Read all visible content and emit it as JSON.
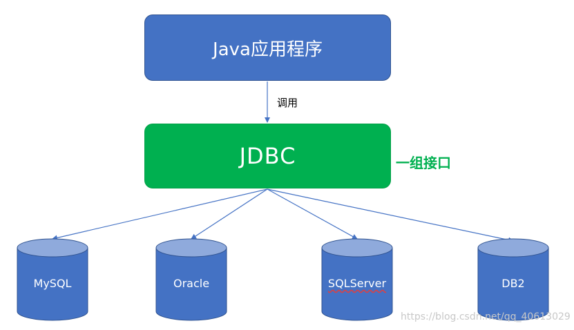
{
  "nodes": {
    "java_app": "Java应用程序",
    "jdbc": "JDBC",
    "call_label": "调用",
    "interface_label": "一组接口"
  },
  "databases": [
    {
      "label": "MySQL"
    },
    {
      "label": "Oracle"
    },
    {
      "label": "SQLServer"
    },
    {
      "label": "DB2"
    }
  ],
  "watermark": "https://blog.csdn.net/qq_40613029",
  "colors": {
    "java_box": "#4472c4",
    "jdbc_box": "#00b050",
    "interface_label": "#00b050",
    "db_body": "#4472c4",
    "db_top": "#8faadc",
    "arrow": "#4472c4"
  }
}
